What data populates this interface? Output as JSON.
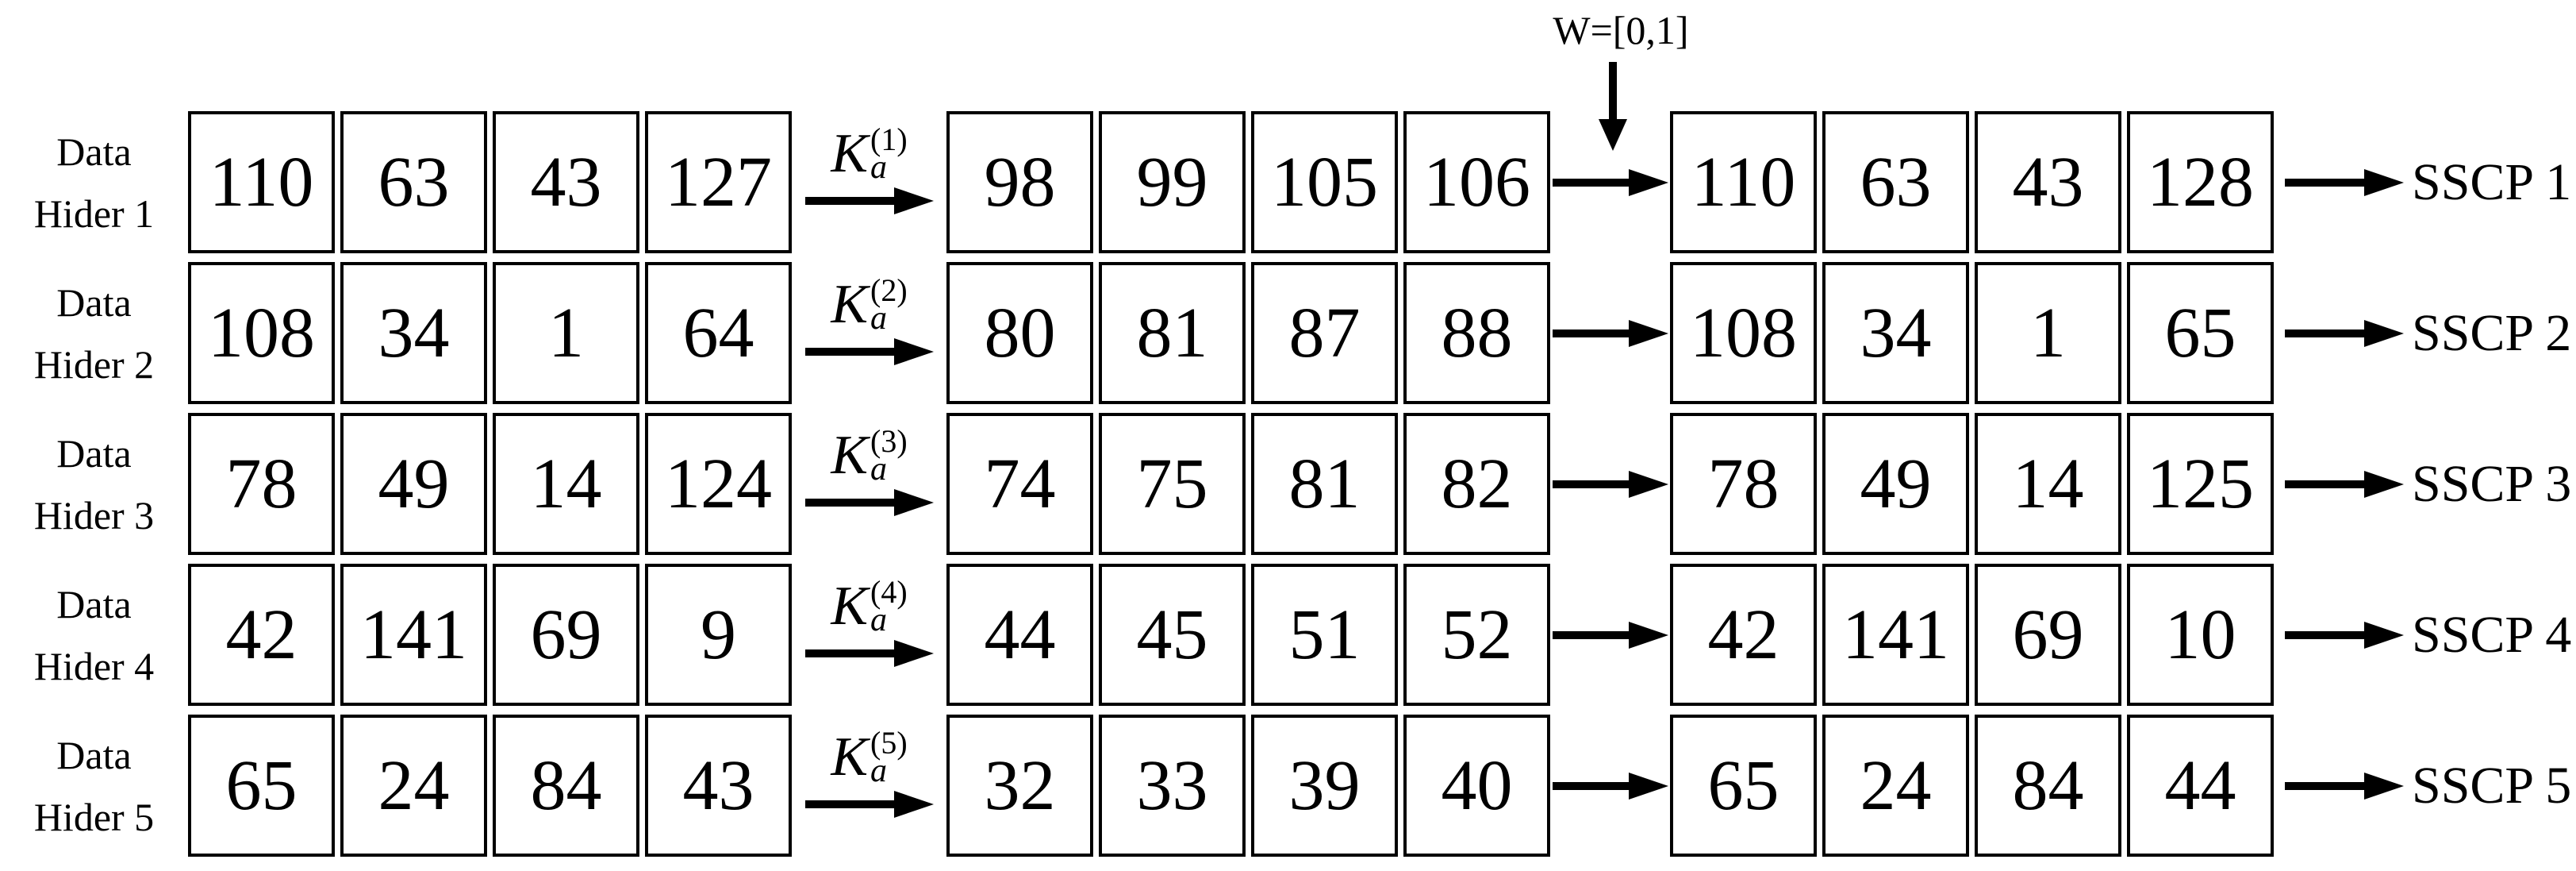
{
  "watermark_label": "W=[0,1]",
  "rows": [
    {
      "hider": [
        "Data",
        "Hider 1"
      ],
      "key": {
        "base": "K",
        "sub": "a",
        "sup": "(1)"
      },
      "original": [
        "110",
        "63",
        "43",
        "127"
      ],
      "encrypted": [
        "98",
        "99",
        "105",
        "106"
      ],
      "watermarked": [
        "110",
        "63",
        "43",
        "128"
      ],
      "sscp": "SSCP 1"
    },
    {
      "hider": [
        "Data",
        "Hider 2"
      ],
      "key": {
        "base": "K",
        "sub": "a",
        "sup": "(2)"
      },
      "original": [
        "108",
        "34",
        "1",
        "64"
      ],
      "encrypted": [
        "80",
        "81",
        "87",
        "88"
      ],
      "watermarked": [
        "108",
        "34",
        "1",
        "65"
      ],
      "sscp": "SSCP 2"
    },
    {
      "hider": [
        "Data",
        "Hider 3"
      ],
      "key": {
        "base": "K",
        "sub": "a",
        "sup": "(3)"
      },
      "original": [
        "78",
        "49",
        "14",
        "124"
      ],
      "encrypted": [
        "74",
        "75",
        "81",
        "82"
      ],
      "watermarked": [
        "78",
        "49",
        "14",
        "125"
      ],
      "sscp": "SSCP 3"
    },
    {
      "hider": [
        "Data",
        "Hider 4"
      ],
      "key": {
        "base": "K",
        "sub": "a",
        "sup": "(4)"
      },
      "original": [
        "42",
        "141",
        "69",
        "9"
      ],
      "encrypted": [
        "44",
        "45",
        "51",
        "52"
      ],
      "watermarked": [
        "42",
        "141",
        "69",
        "10"
      ],
      "sscp": "SSCP 4"
    },
    {
      "hider": [
        "Data",
        "Hider 5"
      ],
      "key": {
        "base": "K",
        "sub": "a",
        "sup": "(5)"
      },
      "original": [
        "65",
        "24",
        "84",
        "43"
      ],
      "encrypted": [
        "32",
        "33",
        "39",
        "40"
      ],
      "watermarked": [
        "65",
        "24",
        "84",
        "44"
      ],
      "sscp": "SSCP 5"
    }
  ]
}
